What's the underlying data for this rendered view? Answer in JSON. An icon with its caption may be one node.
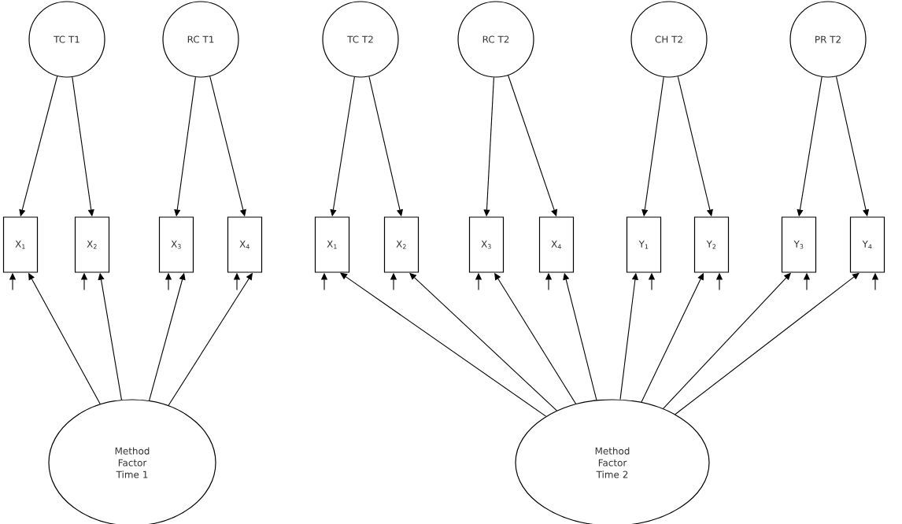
{
  "diagram": {
    "nodes": [
      {
        "text": [
          "TC T1"
        ]
      },
      {
        "text": [
          "RC T1"
        ]
      },
      {
        "text": [
          "TC T2"
        ]
      },
      {
        "text": [
          "RC T2"
        ]
      },
      {
        "text": [
          "CH T2"
        ]
      },
      {
        "text": [
          "PR T2"
        ]
      },
      {
        "text": [
          "X$_{1}$"
        ]
      },
      {
        "text": [
          "X$_{2}$"
        ]
      },
      {
        "text": [
          "X$_{3}$"
        ]
      },
      {
        "text": [
          "X$_{4}$"
        ]
      },
      {
        "text": [
          "X$_{1}$"
        ]
      },
      {
        "text": [
          "X$_{2}$"
        ]
      },
      {
        "text": [
          "X$_{3}$"
        ]
      },
      {
        "text": [
          "X$_{4}$"
        ]
      },
      {
        "text": [
          "Y$_{1}$"
        ]
      },
      {
        "text": [
          "Y$_{2}$"
        ]
      },
      {
        "text": [
          "Y$_{3}$"
        ]
      },
      {
        "text": [
          "Y$_{4}$"
        ]
      },
      {
        "text": [
          "Method Factor Time 1"
        ]
      },
      {
        "text": [
          "Method Factor Time 2"
        ]
      }
    ],
    "edges": [
      {
        "from": 0,
        "to": 6,
        "arrow": "to"
      },
      {
        "from": 0,
        "to": 7,
        "arrow": "to"
      },
      {
        "from": 1,
        "to": 8,
        "arrow": "to"
      },
      {
        "from": 1,
        "to": 9,
        "arrow": "to"
      },
      {
        "from": 2,
        "to": 10,
        "arrow": "to"
      },
      {
        "from": 2,
        "to": 11,
        "arrow": "to"
      },
      {
        "from": 3,
        "to": 12,
        "arrow": "to"
      },
      {
        "from": 3,
        "to": 13,
        "arrow": "to"
      },
      {
        "from": 4,
        "to": 14,
        "arrow": "to"
      },
      {
        "from": 4,
        "to": 15,
        "arrow": "to"
      },
      {
        "from": 5,
        "to": 16,
        "arrow": "to"
      },
      {
        "from": 5,
        "to": 17,
        "arrow": "to"
      },
      {
        "from": 18,
        "to": 6,
        "arrow": "to"
      },
      {
        "from": 18,
        "to": 7,
        "arrow": "to"
      },
      {
        "from": 18,
        "to": 8,
        "arrow": "to"
      },
      {
        "from": 18,
        "to": 9,
        "arrow": "to"
      },
      {
        "from": 19,
        "to": 10,
        "arrow": "to"
      },
      {
        "from": 19,
        "to": 11,
        "arrow": "to"
      },
      {
        "from": 19,
        "to": 12,
        "arrow": "to"
      },
      {
        "from": 19,
        "to": 13,
        "arrow": "to"
      },
      {
        "from": 19,
        "to": 14,
        "arrow": "to"
      },
      {
        "from": 19,
        "to": 15,
        "arrow": "to"
      },
      {
        "from": 19,
        "to": 16,
        "arrow": "to"
      },
      {
        "from": 19,
        "to": 17,
        "arrow": "to"
      },
      {
        "from": null,
        "to": 6,
        "arrow": "to"
      },
      {
        "from": null,
        "to": 7,
        "arrow": "to"
      },
      {
        "from": null,
        "to": 8,
        "arrow": "to"
      },
      {
        "from": null,
        "to": 9,
        "arrow": "to"
      },
      {
        "from": null,
        "to": 10,
        "arrow": "to"
      },
      {
        "from": null,
        "to": 11,
        "arrow": "to"
      },
      {
        "from": null,
        "to": 12,
        "arrow": "to"
      },
      {
        "from": null,
        "to": 13,
        "arrow": "to"
      },
      {
        "from": null,
        "to": 14,
        "arrow": "to"
      },
      {
        "from": null,
        "to": 15,
        "arrow": "to"
      },
      {
        "from": null,
        "to": 16,
        "arrow": "to"
      },
      {
        "from": null,
        "to": 17,
        "arrow": "to"
      }
    ]
  }
}
